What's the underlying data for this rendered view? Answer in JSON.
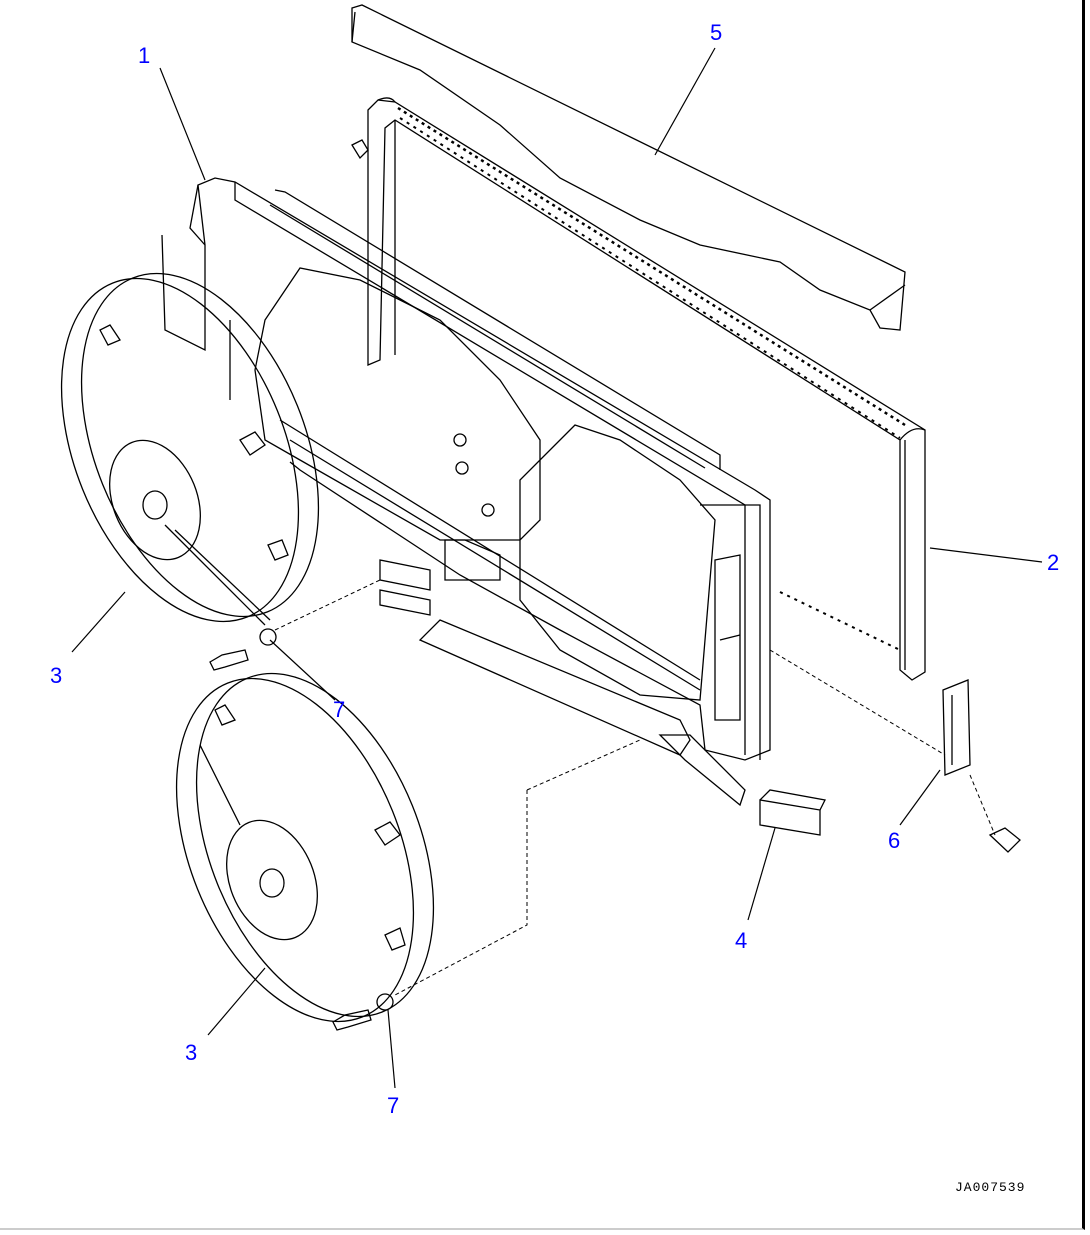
{
  "diagram": {
    "type": "exploded-parts-view",
    "subject": "radiator/condenser fan assembly",
    "callouts": [
      {
        "id": "c1",
        "label": "1",
        "part": "frame / shroud"
      },
      {
        "id": "c2",
        "label": "2",
        "part": "condenser core"
      },
      {
        "id": "c3a",
        "label": "3",
        "part": "fan motor assembly (upper)"
      },
      {
        "id": "c3b",
        "label": "3",
        "part": "fan motor assembly (lower)"
      },
      {
        "id": "c4",
        "label": "4",
        "part": "connector / harness"
      },
      {
        "id": "c5",
        "label": "5",
        "part": "top cover plate"
      },
      {
        "id": "c6",
        "label": "6",
        "part": "bracket"
      },
      {
        "id": "c7a",
        "label": "7",
        "part": "bolt (upper)"
      },
      {
        "id": "c7b",
        "label": "7",
        "part": "bolt (lower)"
      }
    ],
    "drawing_code": "JA007539",
    "colors": {
      "callout": "#0000ff",
      "line": "#000000",
      "background": "#ffffff"
    }
  }
}
